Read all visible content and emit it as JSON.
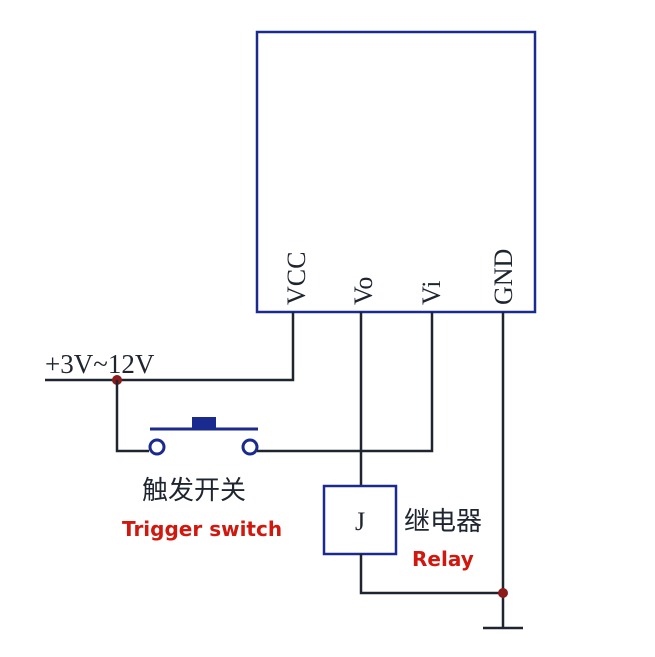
{
  "module": {
    "pins": {
      "vcc": "VCC",
      "vo": "Vo",
      "vi": "Vi",
      "gnd": "GND"
    }
  },
  "supply": {
    "label": "+3V~12V"
  },
  "trigger_switch": {
    "label_cn": "触发开关",
    "label_en": "Trigger switch"
  },
  "relay": {
    "symbol": "J",
    "label_cn": "继电器",
    "label_en": "Relay"
  },
  "colors": {
    "wire": "#1f2530",
    "switch": "#1a2a8f",
    "junction": "#8b1a1a",
    "english_label": "#d0180f"
  }
}
